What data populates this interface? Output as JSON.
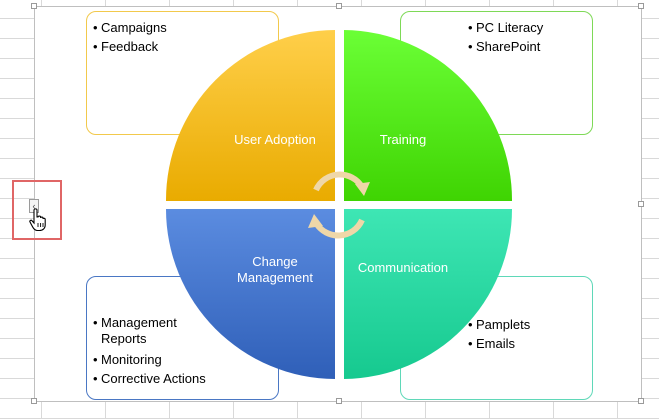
{
  "diagram": {
    "segments": [
      {
        "id": "top-left",
        "label": "User Adoption",
        "color": "#f5b700"
      },
      {
        "id": "top-right",
        "label": "Training",
        "color": "#44e00a"
      },
      {
        "id": "bottom-left",
        "label": "Change Management",
        "color": "#3f73c9"
      },
      {
        "id": "bottom-right",
        "label": "Communication",
        "color": "#24d69f"
      }
    ],
    "boxes": {
      "top_left": {
        "items": [
          "Campaigns",
          "Feedback"
        ],
        "border": "#f2c94c"
      },
      "top_right": {
        "items": [
          "PC Literacy",
          "SharePoint"
        ],
        "border": "#7ed957"
      },
      "bottom_left": {
        "items": [
          "Management Reports",
          "Monitoring",
          "Corrective Actions"
        ],
        "border": "#4a77c4"
      },
      "bottom_right": {
        "items": [
          "Pamplets",
          "Emails"
        ],
        "border": "#5fd8b8"
      }
    },
    "bullet_glyph": "•",
    "cycle_arrow_color": "#efd7a8"
  },
  "ui": {
    "collapse_button_glyph": "‹",
    "highlight_color": "#e06666"
  }
}
